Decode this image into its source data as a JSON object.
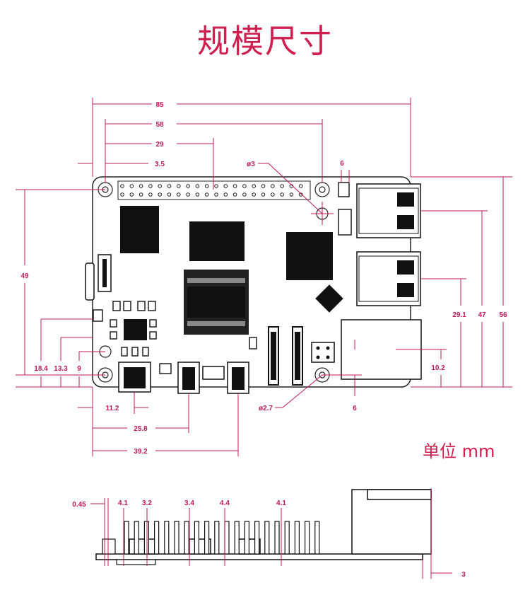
{
  "title": "规模尺寸",
  "unit_label": "单位 mm",
  "colors": {
    "accent": "#c2185b",
    "title": "#cf1f4e",
    "outline": "#222222"
  },
  "top_view": {
    "width_85": "85",
    "width_58": "58",
    "width_29": "29",
    "width_3_5": "3.5",
    "hole_dia": "ø3",
    "gap_6": "6",
    "height_49": "49",
    "height_56": "56",
    "height_47": "47",
    "height_29_1": "29.1",
    "height_10_2": "10.2",
    "left_18_4": "18.4",
    "left_13_3": "13.3",
    "left_9": "9",
    "bottom_11_2": "11.2",
    "bottom_25_8": "25.8",
    "bottom_39_2": "39.2",
    "hole_dia_small": "ø2.7",
    "right_6": "6"
  },
  "side_view": {
    "d_0_45": "0.45",
    "d_4_1a": "4.1",
    "d_3_2": "3.2",
    "d_3_4": "3.4",
    "d_4_4": "4.4",
    "d_4_1b": "4.1",
    "d_3": "3"
  }
}
